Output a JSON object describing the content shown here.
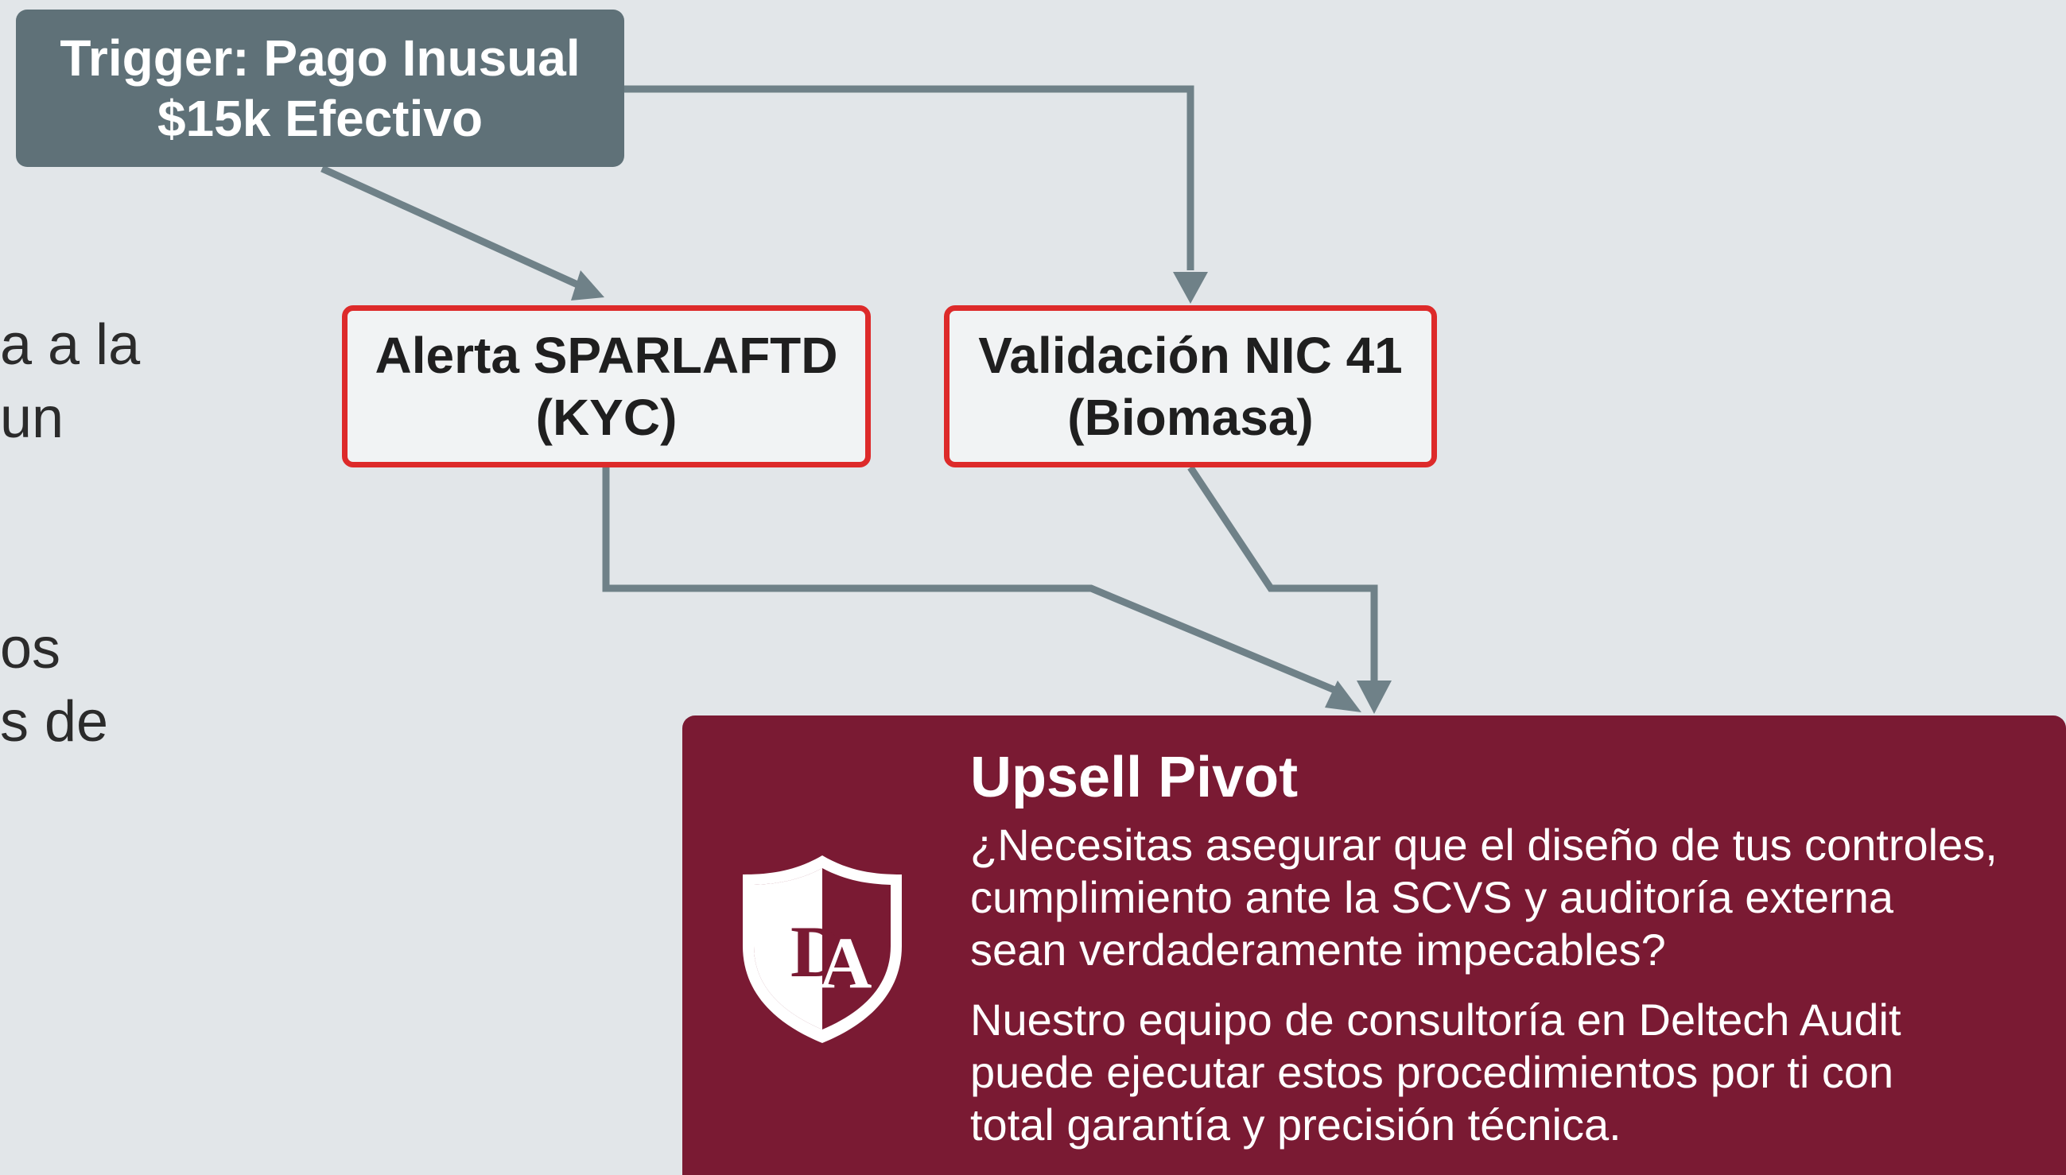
{
  "diagram": {
    "trigger": {
      "line1": "Trigger: Pago Inusual",
      "line2": "$15k Efectivo"
    },
    "alert": {
      "line1": "Alerta SPARLAFTD",
      "line2": "(KYC)"
    },
    "validation": {
      "line1": "Validación NIC 41",
      "line2": "(Biomasa)"
    }
  },
  "side_text": {
    "upper": [
      "a a la",
      "un"
    ],
    "lower": [
      "os",
      "s de"
    ]
  },
  "upsell": {
    "title": "Upsell Pivot",
    "paragraph1_lines": [
      "¿Necesitas asegurar que el diseño de tus controles,",
      "cumplimiento ante la SCVS y auditoría externa",
      "sean verdaderamente impecables?"
    ],
    "paragraph2_lines": [
      "Nuestro equipo de consultoría en Deltech Audit",
      "puede ejecutar estos procedimientos por ti con",
      "total garantía y precisión técnica."
    ],
    "logo_text": "DA"
  },
  "colors": {
    "background": "#e2e6e9",
    "trigger": "#5f7178",
    "alert_border": "#dd2a2a",
    "pivot": "#7a1a33",
    "connector": "#6f8188"
  }
}
